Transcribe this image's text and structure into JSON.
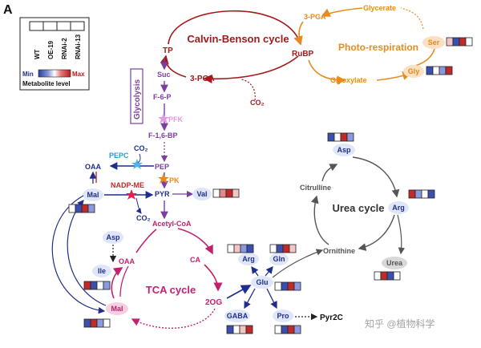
{
  "panel_label": "A",
  "legend": {
    "columns": [
      "WT",
      "OE-19",
      "RNAi-2",
      "RNAi-13"
    ],
    "scale_min": "Min",
    "scale_max": "Max",
    "scale_title": "Metabolite level"
  },
  "cycles": {
    "calvin": "Calvin-Benson cycle",
    "photorespiration": "Photo-respiration",
    "tca": "TCA cycle",
    "urea": "Urea cycle"
  },
  "glycolysis_label": "Glycolysis",
  "enzymes": {
    "pfk": "PFK",
    "pepc": "PEPC",
    "pk": "PK",
    "nadp_me": "NADP-ME"
  },
  "metabolites": {
    "tp": "TP",
    "rubp": "RuBP",
    "pga3_calvin": "3-PGA",
    "co2_calvin": "CO₂",
    "pga3_photo": "3-PGA",
    "glycerate": "Glycerate",
    "ser": "Ser",
    "gly": "Gly",
    "glyoxylate": "Glyoxylate",
    "suc": "Suc",
    "f6p": "F-6-P",
    "f16bp": "F-1,6-BP",
    "pep": "PEP",
    "pyr": "PYR",
    "val": "Val",
    "oaa": "OAA",
    "mal": "Mal",
    "co2_pepc": "CO₂",
    "co2_me": "CO₂",
    "acetyl_coa": "Acetyl-CoA",
    "ca": "CA",
    "og2": "2OG",
    "oaa_tca": "OAA",
    "mal_tca": "Mal",
    "asp_tca": "Asp",
    "ile": "Ile",
    "glu": "Glu",
    "arg_glu": "Arg",
    "gln": "Gln",
    "gaba": "GABA",
    "pro": "Pro",
    "pyr2c": "Pyr2C",
    "asp_urea": "Asp",
    "citrulline": "Citrulline",
    "arg_urea": "Arg",
    "ornithine": "Ornithine",
    "urea": "Urea"
  },
  "heatmaps": {
    "legend_grad": [
      "#2c3e9e",
      "#8896d6",
      "#ffffff",
      "#e47878",
      "#b81d1d"
    ],
    "ser": [
      "#f3c6c6",
      "#3a4fb0",
      "#c22a2a",
      "#ffffff"
    ],
    "gly": [
      "#3a4fb0",
      "#ffffff",
      "#8a9ae0",
      "#c22a2a"
    ],
    "val": [
      "#ffffff",
      "#e58a8a",
      "#c22a2a",
      "#f3c6c6"
    ],
    "mal": [
      "#ffffff",
      "#3a4fb0",
      "#c22a2a",
      "#8a9ae0"
    ],
    "asp_urea": [
      "#3a4fb0",
      "#ffffff",
      "#c22a2a",
      "#8a9ae0"
    ],
    "arg_urea": [
      "#c22a2a",
      "#8a9ae0",
      "#ffffff",
      "#3a4fb0"
    ],
    "arg_glu": [
      "#ffffff",
      "#f3c6c6",
      "#8a9ae0",
      "#3a4fb0"
    ],
    "gln": [
      "#ffffff",
      "#3a4fb0",
      "#c22a2a",
      "#f3c6c6"
    ],
    "glu": [
      "#ffffff",
      "#3a4fb0",
      "#c22a2a",
      "#8a9ae0"
    ],
    "urea": [
      "#ffffff",
      "#c22a2a",
      "#3a4fb0",
      "#ffffff"
    ],
    "ile": [
      "#c22a2a",
      "#3a4fb0",
      "#ffffff",
      "#8a9ae0"
    ],
    "mal_tca": [
      "#3a4fb0",
      "#c22a2a",
      "#8a9ae0",
      "#ffffff"
    ],
    "gaba": [
      "#3a4fb0",
      "#ffffff",
      "#f3c6c6",
      "#c22a2a"
    ],
    "pro": [
      "#ffffff",
      "#3a4fb0",
      "#c22a2a",
      "#8a9ae0"
    ]
  },
  "watermark": "知乎 @植物科学"
}
